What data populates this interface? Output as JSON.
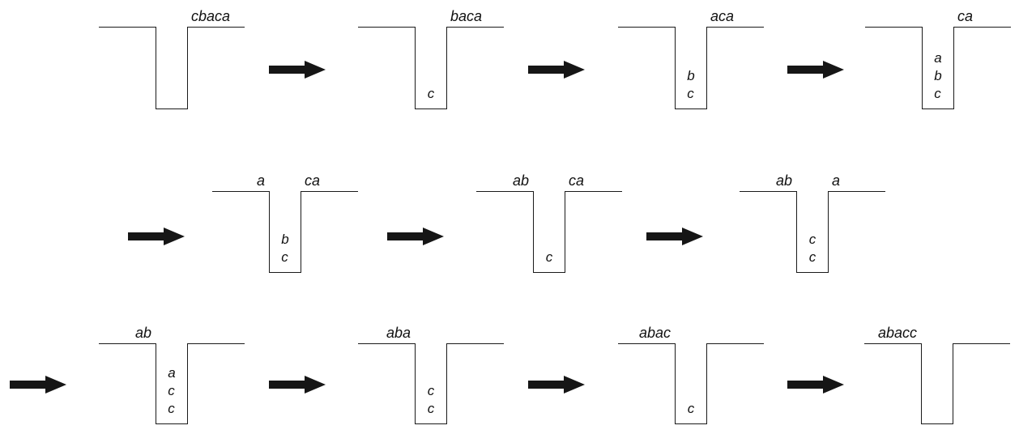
{
  "wells": [
    {
      "left_label": "",
      "right_label": "cbaca",
      "stack": []
    },
    {
      "left_label": "",
      "right_label": "baca",
      "stack": [
        "c"
      ]
    },
    {
      "left_label": "",
      "right_label": "aca",
      "stack": [
        "b",
        "c"
      ]
    },
    {
      "left_label": "",
      "right_label": "ca",
      "stack": [
        "a",
        "b",
        "c"
      ]
    },
    {
      "left_label": "a",
      "right_label": "ca",
      "stack": [
        "b",
        "c"
      ]
    },
    {
      "left_label": "ab",
      "right_label": "ca",
      "stack": [
        "c"
      ]
    },
    {
      "left_label": "ab",
      "right_label": "a",
      "stack": [
        "c",
        "c"
      ]
    },
    {
      "left_label": "ab",
      "right_label": "",
      "stack": [
        "a",
        "c",
        "c"
      ]
    },
    {
      "left_label": "aba",
      "right_label": "",
      "stack": [
        "c",
        "c"
      ]
    },
    {
      "left_label": "abac",
      "right_label": "",
      "stack": [
        "c"
      ]
    },
    {
      "left_label": "abacc",
      "right_label": "",
      "stack": []
    }
  ],
  "colors": {
    "line": "#1a1a1a",
    "arrow": "#161616",
    "background": "#ffffff"
  }
}
